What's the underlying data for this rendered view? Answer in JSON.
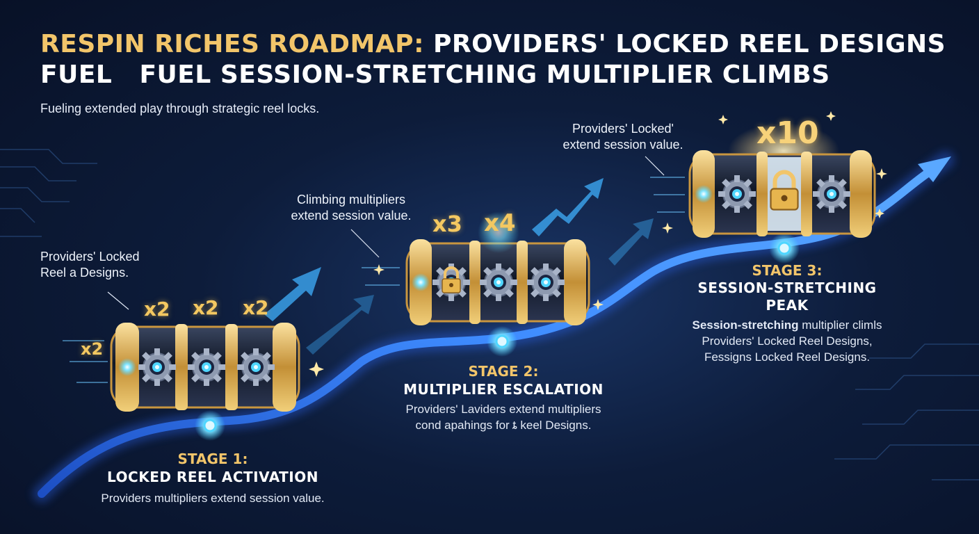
{
  "header": {
    "title_highlight": "RESPIN RICHES ROADMAP:",
    "title_rest_line1": "PROVIDERS' LOCKED REEL DESIGNS",
    "title_line2": "FUEL   FUEL SESSION-STRETCHING MULTIPLIER CLIMBS",
    "subtitle": "Fueling extended play through strategic reel locks."
  },
  "callouts": {
    "stage1_line1": "Providers' Locked",
    "stage1_line2": "Reel a Designs.",
    "stage2_line1": "Climbing multipliers",
    "stage2_line2": "extend session value.",
    "stage3_line1": "Providers' Locked'",
    "stage3_line2": "extend session value."
  },
  "multipliers": {
    "stage1": [
      "x2",
      "x2",
      "x2",
      "x2"
    ],
    "stage2": [
      "x3",
      "x4"
    ],
    "stage3": "x10"
  },
  "stages": [
    {
      "number": "STAGE 1:",
      "title": "LOCKED REEL ACTIVATION",
      "desc_line1": "Providers multipliers extend session value."
    },
    {
      "number": "STAGE 2:",
      "title": "MULTIPLIER ESCALATION",
      "desc_line1": "Providers' Laviders extend multipliers",
      "desc_line2": "cond apahings for ȶ keel Designs."
    },
    {
      "number": "STAGE 3:",
      "title_line1": "SESSION-STRETCHING",
      "title_line2": "PEAK",
      "desc_line1_bold": "Session-stretching",
      "desc_line1_rest": " multiplier climls",
      "desc_line2": "Providers' Locked Reel Designs,",
      "desc_line3": "Fessigns Locked Reel Designs."
    }
  ],
  "colors": {
    "gold": "#f2c56a",
    "path_blue": "#3d8bff",
    "glow_cyan": "#4fd6ff",
    "background": "#0d1c3a"
  },
  "icons": {
    "reel": "slot-reel-cylinder-icon",
    "gear": "gear-icon",
    "lock": "padlock-icon",
    "arrow": "trend-up-arrow-icon"
  }
}
